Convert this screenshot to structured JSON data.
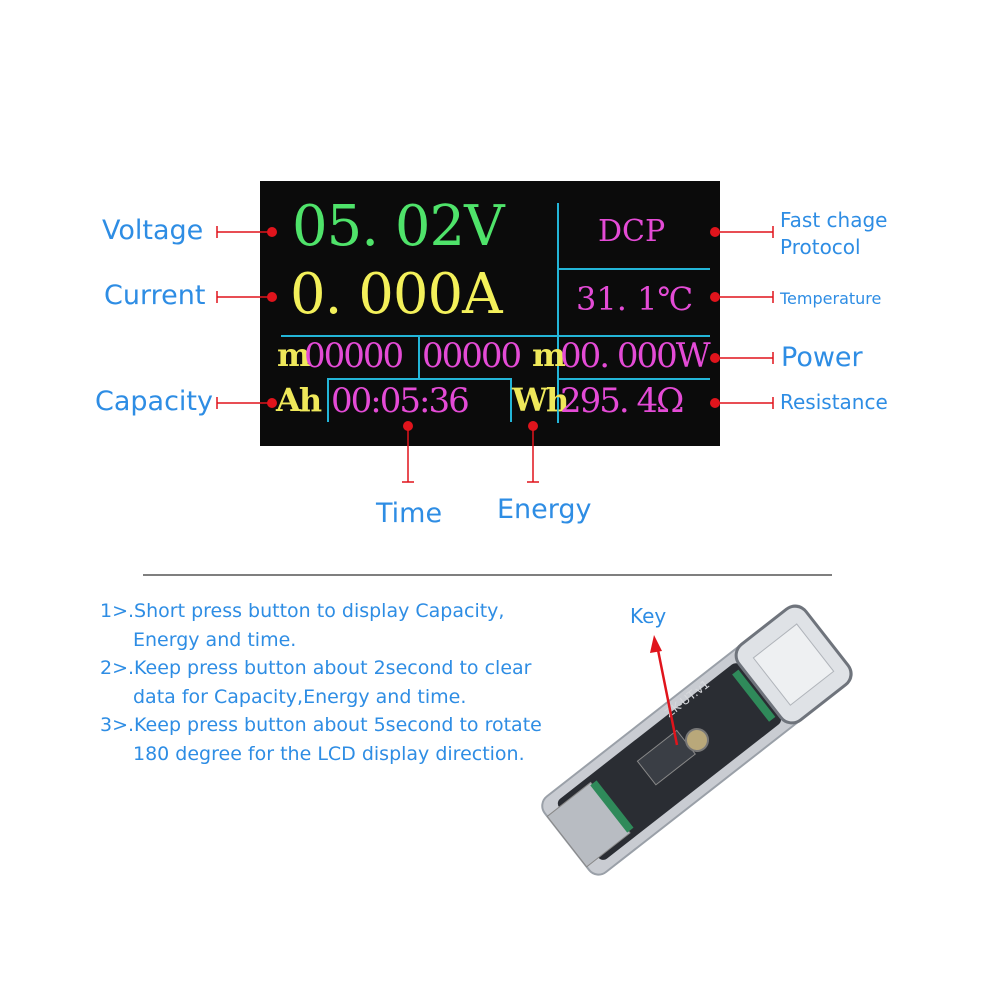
{
  "colors": {
    "label": "#2e8de4",
    "pointer": "#e0141c",
    "lcd_bg": "#0b0b0b",
    "voltage": "#4fe36a",
    "current": "#f3f05a",
    "magenta": "#e44bd6",
    "yellow": "#efe85a",
    "divider": "#23b5d8"
  },
  "lcd": {
    "voltage": "05. 02V",
    "current": "0. 000A",
    "protocol": "DCP",
    "temperature": "31. 1℃",
    "capacity_prefix": "m",
    "capacity_value": "00000",
    "energy_value": "00000",
    "energy_prefix": "m",
    "power": "00. 000W",
    "capacity_unit": "Ah",
    "time": "00:05:36",
    "energy_unit": "Wh",
    "resistance": "295. 4Ω"
  },
  "labels": {
    "voltage": "Voltage",
    "current": "Current",
    "capacity": "Capacity",
    "fast_charge_1": "Fast chage",
    "fast_charge_2": "Protocol",
    "temperature": "Temperature",
    "power": "Power",
    "resistance": "Resistance",
    "time": "Time",
    "energy": "Energy",
    "key": "Key"
  },
  "instructions": [
    {
      "line1": "1>.Short press button to display Capacity,",
      "line2": "Energy and time."
    },
    {
      "line1": "2>.Keep press button about 2second to clear",
      "line2": "data for Capacity,Energy and time."
    },
    {
      "line1": "3>.Keep press button about 5second to rotate",
      "line2": "180 degree for the LCD display direction."
    }
  ],
  "device_board_text": "ZK-UT.v1"
}
